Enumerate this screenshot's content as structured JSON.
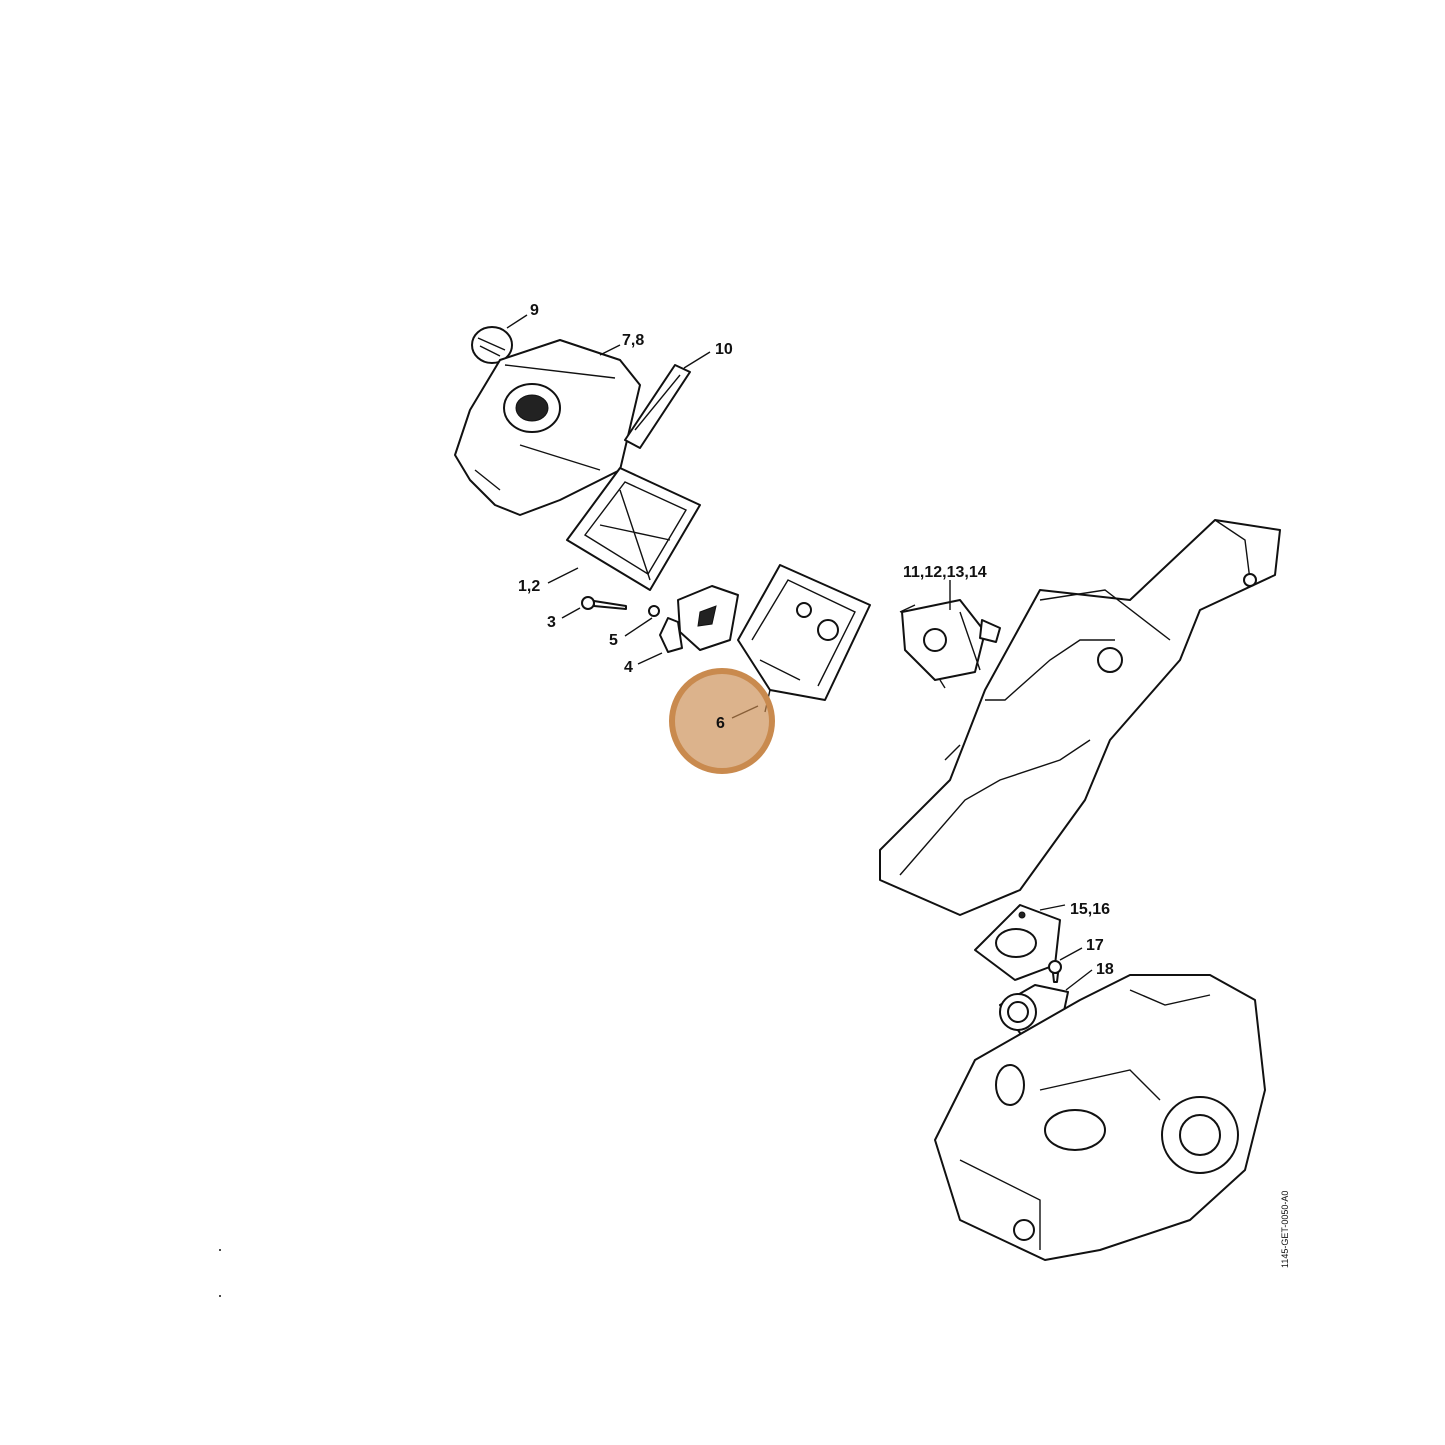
{
  "diagram": {
    "reference_code": "1145-GET-0050-A0",
    "highlight_color": "#c98a4e",
    "callouts": [
      {
        "id": "9",
        "label": "9"
      },
      {
        "id": "7-8",
        "label": "7,8"
      },
      {
        "id": "10",
        "label": "10"
      },
      {
        "id": "1-2",
        "label": "1,2"
      },
      {
        "id": "3",
        "label": "3"
      },
      {
        "id": "5",
        "label": "5"
      },
      {
        "id": "4",
        "label": "4"
      },
      {
        "id": "6",
        "label": "6",
        "highlighted": true
      },
      {
        "id": "11-14",
        "label": "11,12,13,14"
      },
      {
        "id": "15-16",
        "label": "15,16"
      },
      {
        "id": "17",
        "label": "17"
      },
      {
        "id": "18",
        "label": "18"
      }
    ]
  }
}
